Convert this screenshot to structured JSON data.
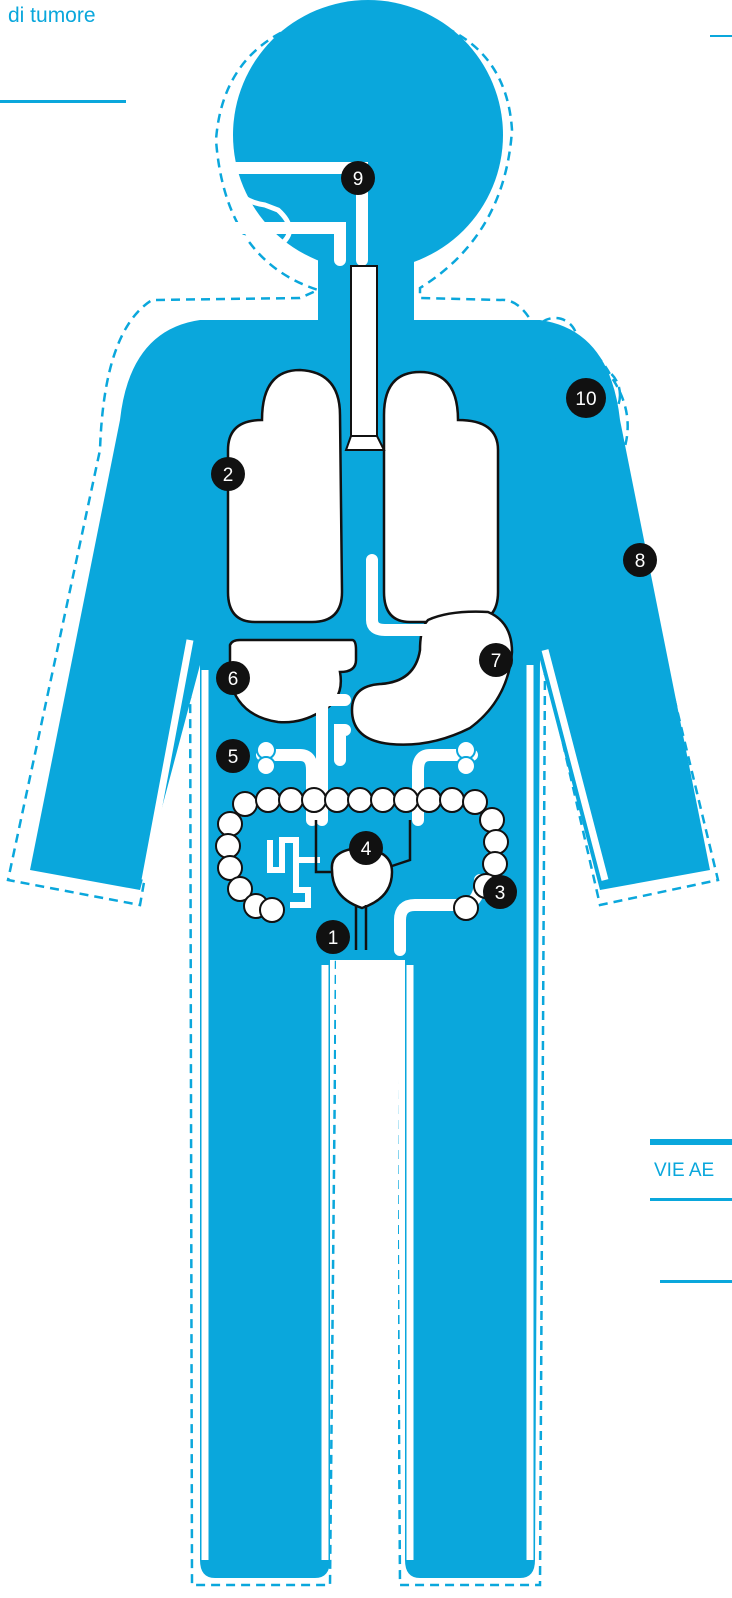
{
  "caption": "di tumore",
  "side_label": "VIE AE",
  "badges": [
    "1",
    "2",
    "3",
    "4",
    "5",
    "6",
    "7",
    "8",
    "9",
    "10"
  ],
  "colors": {
    "body": "#0aa7dc",
    "organ": "#ffffff",
    "badge": "#111111",
    "outline": "#0aa7dc"
  }
}
